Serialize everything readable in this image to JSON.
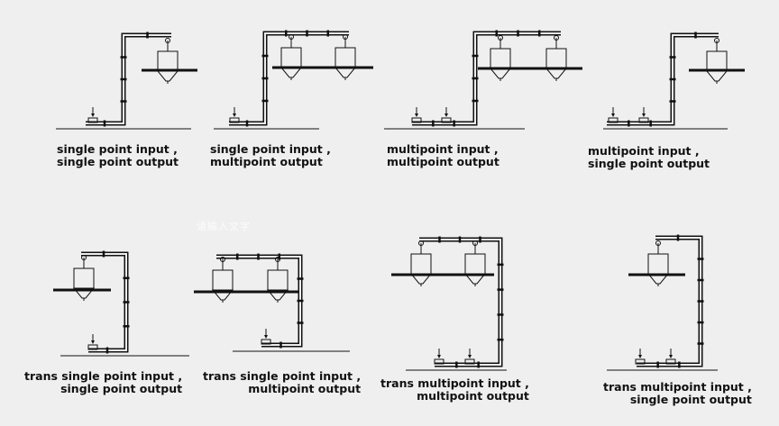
{
  "diagrams": [
    {
      "line1": "single point input ,",
      "line2": "single point output"
    },
    {
      "line1": "single point input ,",
      "line2": "multipoint output"
    },
    {
      "line1": "multipoint input ,",
      "line2": "multipoint output"
    },
    {
      "line1": "multipoint input ,",
      "line2": "single point output"
    },
    {
      "line1": "trans single point input ,",
      "line2": "single point output"
    },
    {
      "line1": "trans single point input ,",
      "line2": "multipoint output"
    },
    {
      "line1": "trans multipoint input ,",
      "line2": "multipoint output"
    },
    {
      "line1": "trans multipoint input ,",
      "line2": "single point output"
    }
  ],
  "watermark": "请输入文字",
  "colors": {
    "background": "#efefef",
    "stroke": "#111111",
    "text": "#111111"
  }
}
